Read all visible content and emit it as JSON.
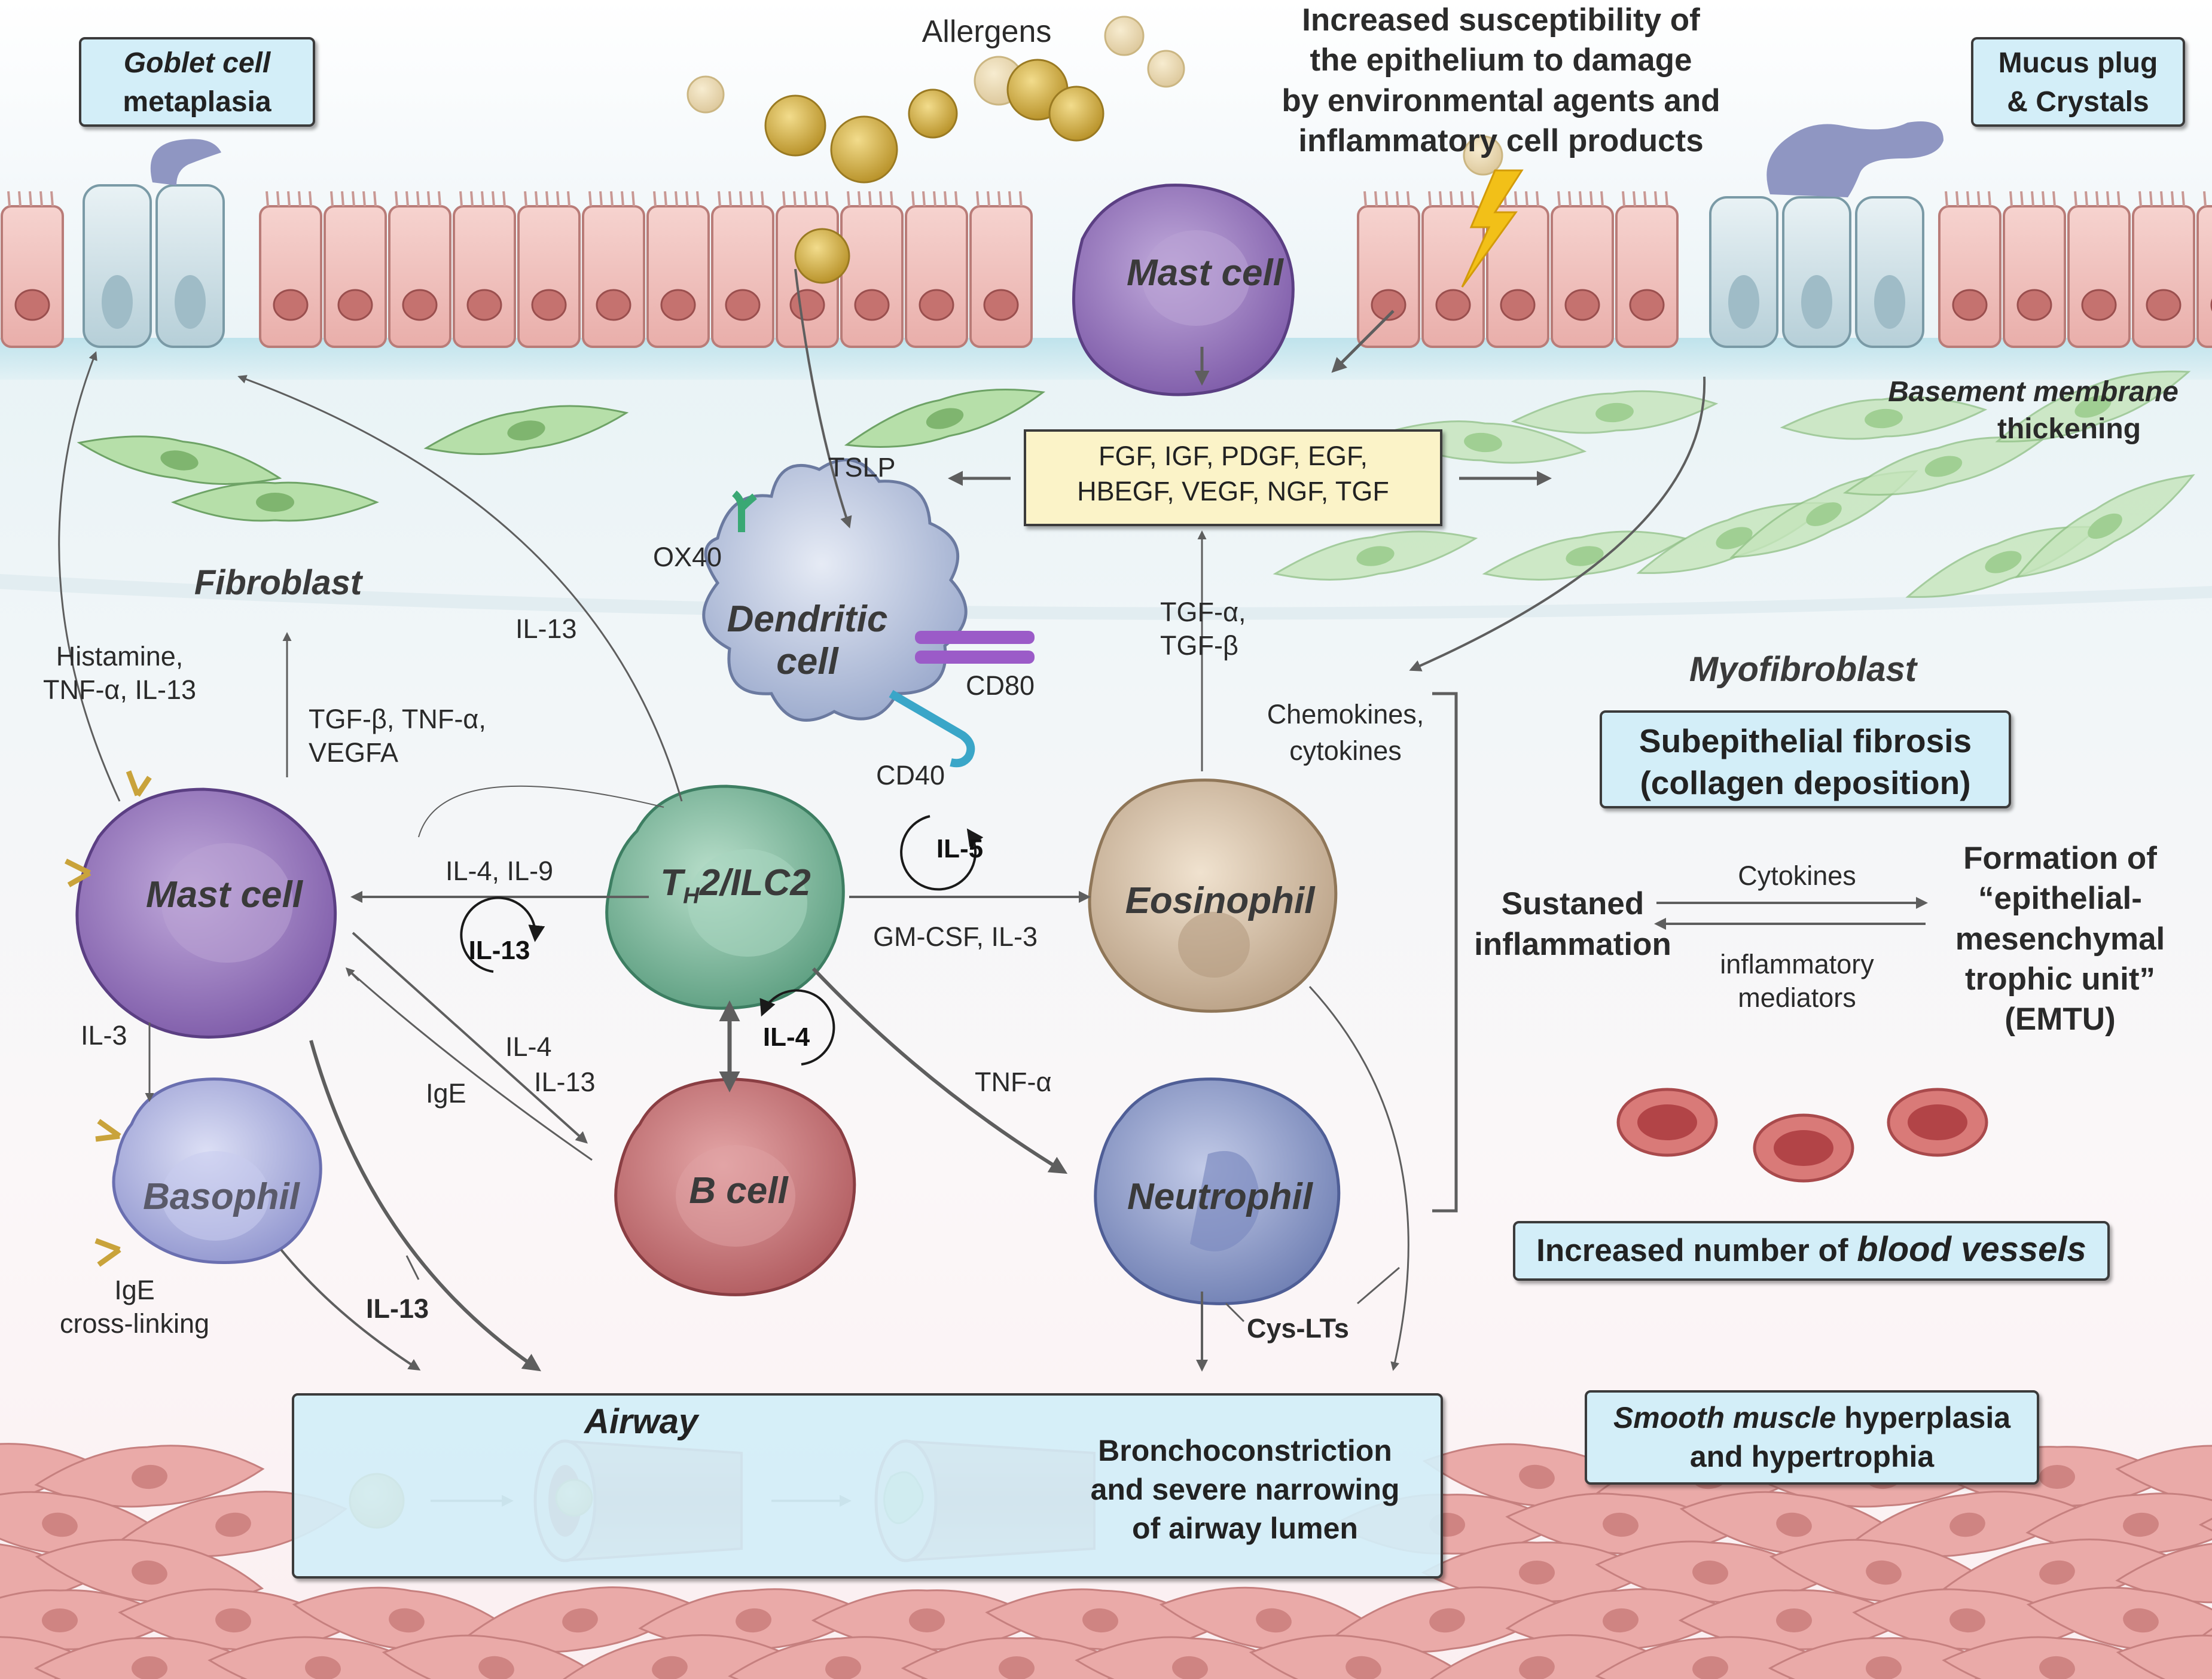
{
  "header": {
    "allergens": "Allergens",
    "susceptibility": [
      "Increased susceptibility of",
      "the epithelium to damage",
      "by environmental agents and",
      "inflammatory cell products"
    ]
  },
  "boxes": {
    "goblet_line1": "Goblet cell",
    "goblet_line2": "metaplasia",
    "mucus_line1": "Mucus plug",
    "mucus_line2": "& Crystals",
    "growth_factors_line1": "FGF, IGF, PDGF, EGF,",
    "growth_factors_line2": "HBEGF, VEGF, NGF, TGF",
    "fibrosis_line1": "Subepithelial fibrosis",
    "fibrosis_line2": "(collagen deposition)",
    "blood_vessels_prefix": "Increased number of ",
    "blood_vessels_emph": "blood vessels",
    "smooth_muscle_emph": "Smooth muscle",
    "smooth_muscle_rest": " hyperplasia",
    "smooth_muscle_line2": "and hypertrophia"
  },
  "airway": {
    "title": "Airway",
    "description": [
      "Bronchoconstriction",
      "and severe narrowing",
      "of airway lumen"
    ]
  },
  "cells": {
    "mast_cell_top": "Mast cell",
    "mast_cell_left": "Mast cell",
    "dendritic_line1": "Dendritic",
    "dendritic_line2": "cell",
    "th2_main": "T",
    "th2_sub": "H",
    "th2_rest": "2/ILC2",
    "eosinophil": "Eosinophil",
    "b_cell": "B cell",
    "neutrophil": "Neutrophil",
    "basophil": "Basophil",
    "fibroblast": "Fibroblast",
    "myofibroblast": "Myofibroblast"
  },
  "labels": {
    "basement_line1": "Basement membrane",
    "basement_line2": "thickening",
    "tslp": "TSLP",
    "ox40": "OX40",
    "cd80": "CD80",
    "cd40": "CD40",
    "il13_upper": "IL-13",
    "histamine": [
      "Histamine,",
      "TNF-α, IL-13"
    ],
    "tgf_b_tnf": [
      "TGF-β, TNF-α,",
      "VEGFA"
    ],
    "tgf_a_b": [
      "TGF-α,",
      "TGF-β"
    ],
    "chemokines": [
      "Chemokines,",
      "cytokines"
    ],
    "il4_il9": "IL-4, IL-9",
    "gmcsf": "GM-CSF, IL-3",
    "il3": "IL-3",
    "ige": "IgE",
    "il4_il13": [
      "IL-4",
      "IL-13"
    ],
    "tnf_a": "TNF-α",
    "ige_crosslinking": [
      "IgE",
      "cross-linking"
    ],
    "il13_bottom": "IL-13",
    "cys_lts": "Cys-LTs",
    "cytokines": "Cytokines",
    "inflammatory_mediators": [
      "inflammatory",
      "mediators"
    ],
    "sustained": [
      "Sustaned",
      "inflammation"
    ],
    "emtu": [
      "Formation of",
      "“epithelial-",
      "mesenchymal",
      "trophic unit”",
      "(EMTU)"
    ]
  },
  "loops": {
    "il5": "IL-5",
    "il13": "IL-13",
    "il4": "IL-4"
  },
  "colors": {
    "box_blue": "#d3eef8",
    "box_yellow": "#fbf3c8",
    "epithelium_pink": "#f1c4c0",
    "mast_purple": "#9a7cc0",
    "th2_green": "#86bfa3",
    "eosinophil_tan": "#d8c3a8",
    "b_cell_red": "#c9787b",
    "neutrophil_blue": "#8e9cc8",
    "basophil_lavender": "#b1b6e2",
    "dendritic_blue": "#bcc7df",
    "fibroblast_green": "#a9d8a0",
    "allergen_yellow": "#d9b548",
    "smooth_muscle_pink": "#e8a7a5",
    "arrow_gray": "#666666"
  }
}
